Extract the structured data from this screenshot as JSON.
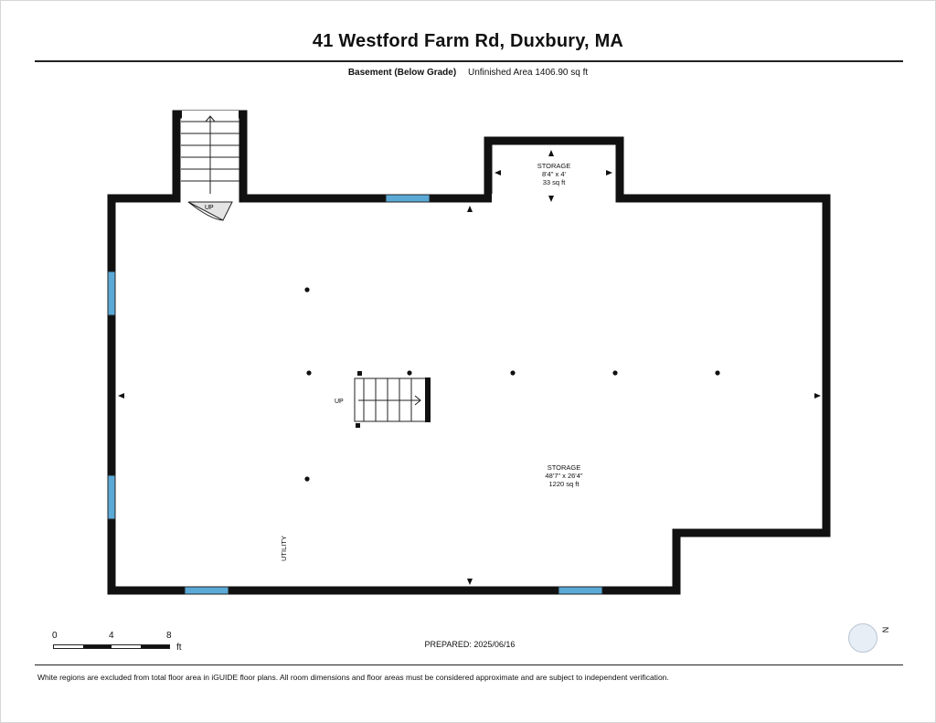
{
  "header": {
    "address": "41 Westford Farm Rd, Duxbury, MA",
    "level_name": "Basement (Below Grade)",
    "area_summary": "Unfinished Area 1406.90 sq ft"
  },
  "rooms": [
    {
      "name": "STORAGE",
      "dimensions": "8'4\" x 4'",
      "area": "33 sq ft"
    },
    {
      "name": "STORAGE",
      "dimensions": "48'7\" x 26'4\"",
      "area": "1220 sq ft"
    },
    {
      "name": "UTILITY"
    }
  ],
  "stair_labels": [
    "UP",
    "UP"
  ],
  "scale": {
    "ticks": [
      "0",
      "4",
      "8"
    ],
    "unit": "ft"
  },
  "prepared": "PREPARED: 2025/06/16",
  "compass": {
    "north_label": "N"
  },
  "footer": {
    "disclaimer": "White regions are excluded from total floor area in iGUIDE floor plans. All room dimensions and floor areas must be considered approximate and are subject to independent verification."
  },
  "colors": {
    "wall": "#111111",
    "window": "#5aa9d6",
    "compass_arrow": "#d9302c"
  }
}
